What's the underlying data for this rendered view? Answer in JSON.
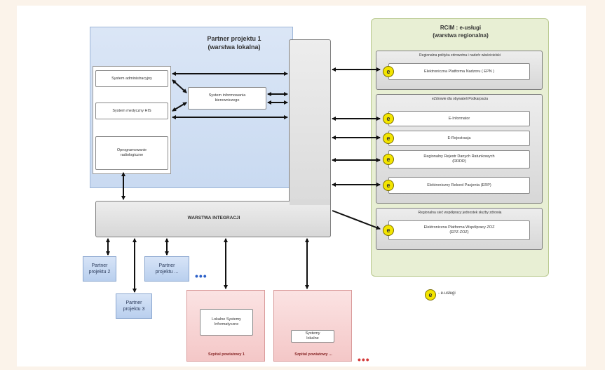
{
  "partner1": {
    "title_line1": "Partner projektu 1",
    "title_line2": "(warstwa lokalna)"
  },
  "systems": {
    "admin": "System administracyjny",
    "medical": "System medyczny HIS",
    "radiology_line1": "Oprogramowanie",
    "radiology_line2": "radiologiczne",
    "management_line1": "System informowania",
    "management_line2": "kierowniczego"
  },
  "integration": {
    "label": "WARSTWA INTEGRACJI"
  },
  "rcim": {
    "title_line1": "RCIM : e-usługi",
    "title_line2": "(warstwa regionalna)"
  },
  "groups": {
    "g1": {
      "title": "Regionalna polityka zdrowotna i nadzór właścicielski",
      "items": [
        "Elektroniczna Platforma Nadzoru ( EPN )"
      ]
    },
    "g2": {
      "title": "eZdrowie dla obywateli Podkarpacia",
      "items": [
        "E-Informator",
        "E-Rejestracja",
        [
          "Regionalny Rejestr Danych Ratunkowych",
          "(RRDR)"
        ],
        "Elektroniczny Rekord Pacjenta (ERP)"
      ]
    },
    "g3": {
      "title": "Regionalna sieć współpracy jednostek służby zdrowia",
      "items": [
        [
          "Elektroniczna Platforma Współpracy ZOZ",
          "(EPZ-ZOZ)"
        ]
      ]
    }
  },
  "partners": {
    "p2_line1": "Partner",
    "p2_line2": "projektu 2",
    "pn_line1": "Partner",
    "pn_line2": "projektu ...",
    "p3_line1": "Partner",
    "p3_line2": "projektu 3",
    "more": "•••"
  },
  "hospitals": {
    "h1": {
      "inner_line1": "Lokalne Systemy",
      "inner_line2": "Informatyczne",
      "label": "Szpital powiatowy 1"
    },
    "h2": {
      "inner_line1": "Systemy",
      "inner_line2": "lokalne",
      "label": "Szpital powiatowy ..."
    },
    "more": "•••"
  },
  "legend": {
    "badge": "e",
    "label": "- e-usługi"
  },
  "colors": {
    "badge": "#f3e500",
    "panel_blue": "#c9daf1",
    "panel_green": "#e8efd4",
    "integration": "#d7d7d7",
    "hospital": "#f4c7c7"
  }
}
